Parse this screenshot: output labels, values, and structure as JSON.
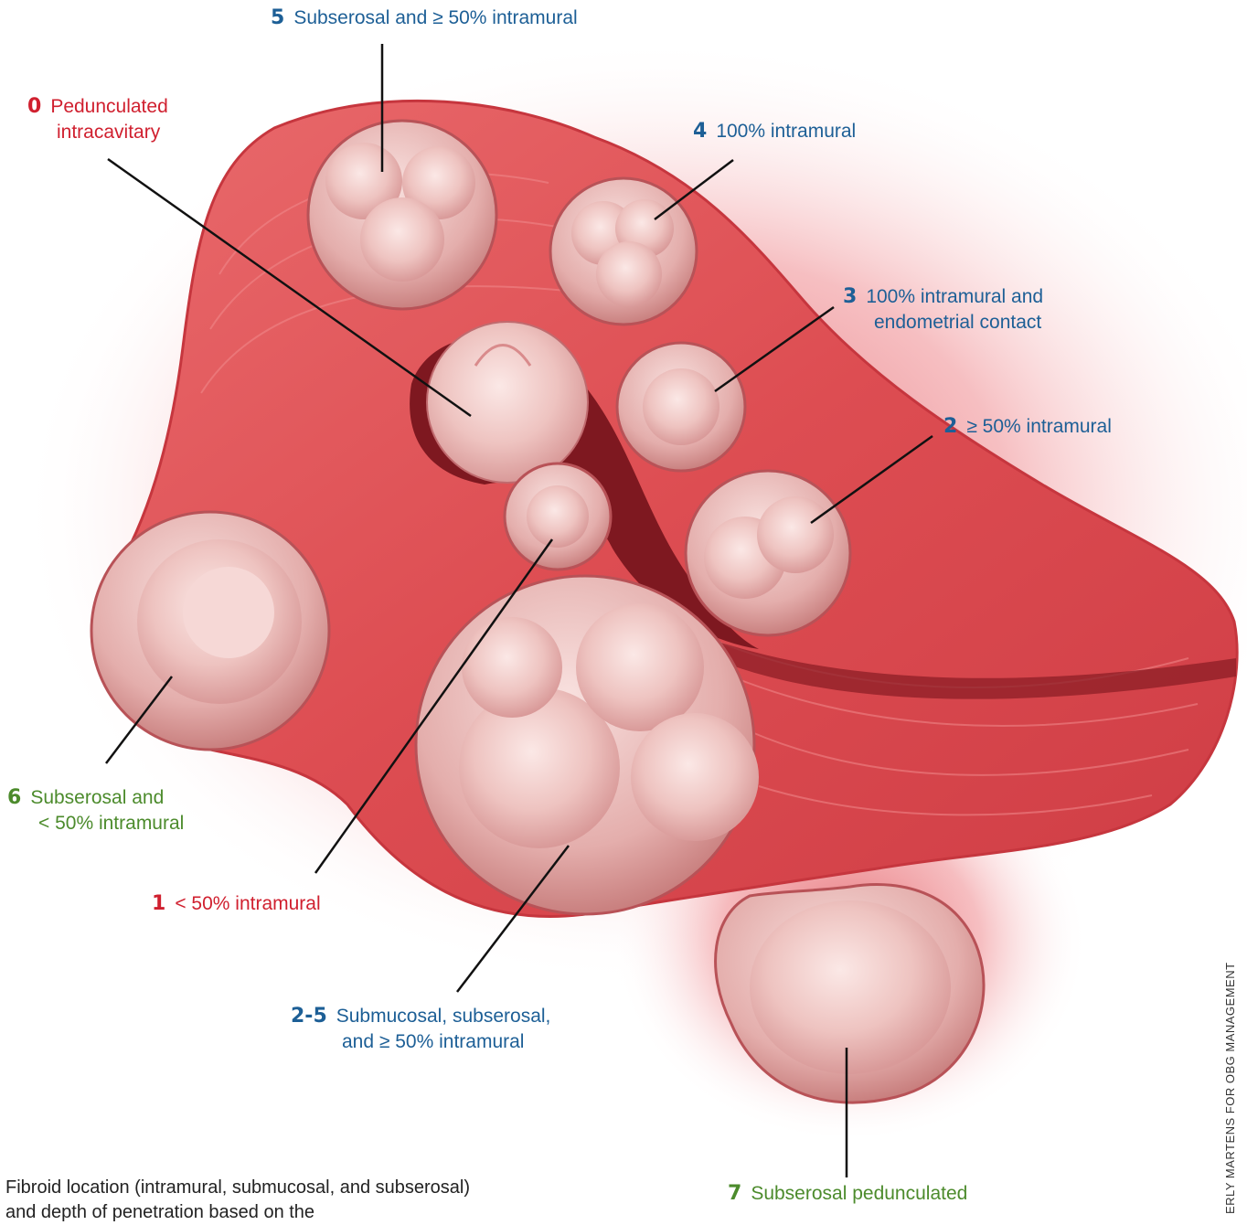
{
  "labels": [
    {
      "id": "type-0",
      "number": "0",
      "line1": "Pedunculated",
      "line2": "intracavitary",
      "color": "#d0202f"
    },
    {
      "id": "type-5",
      "number": "5",
      "line1": "Subserosal and ≥ 50% intramural",
      "color": "#1d5f96"
    },
    {
      "id": "type-4",
      "number": "4",
      "line1": "100% intramural",
      "color": "#1d5f96"
    },
    {
      "id": "type-3",
      "number": "3",
      "line1": "100% intramural and",
      "line2": "endometrial contact",
      "color": "#1d5f96"
    },
    {
      "id": "type-2",
      "number": "2",
      "line1": "≥ 50% intramural",
      "color": "#1d5f96"
    },
    {
      "id": "type-6",
      "number": "6",
      "line1": "Subserosal and",
      "line2": "< 50% intramural",
      "color": "#4c8b2c"
    },
    {
      "id": "type-1",
      "number": "1",
      "line1": "< 50% intramural",
      "color": "#d0202f"
    },
    {
      "id": "type-2-5",
      "number": "2-5",
      "line1": "Submucosal, subserosal,",
      "line2": "and ≥ 50% intramural",
      "color": "#1d5f96"
    },
    {
      "id": "type-7",
      "number": "7",
      "line1": "Subserosal pedunculated",
      "color": "#4c8b2c"
    }
  ],
  "caption": "Fibroid location (intramural, submucosal, and subserosal) and depth of penetration based on the",
  "credit": "ERLY MARTENS FOR OBG MANAGEMENT"
}
